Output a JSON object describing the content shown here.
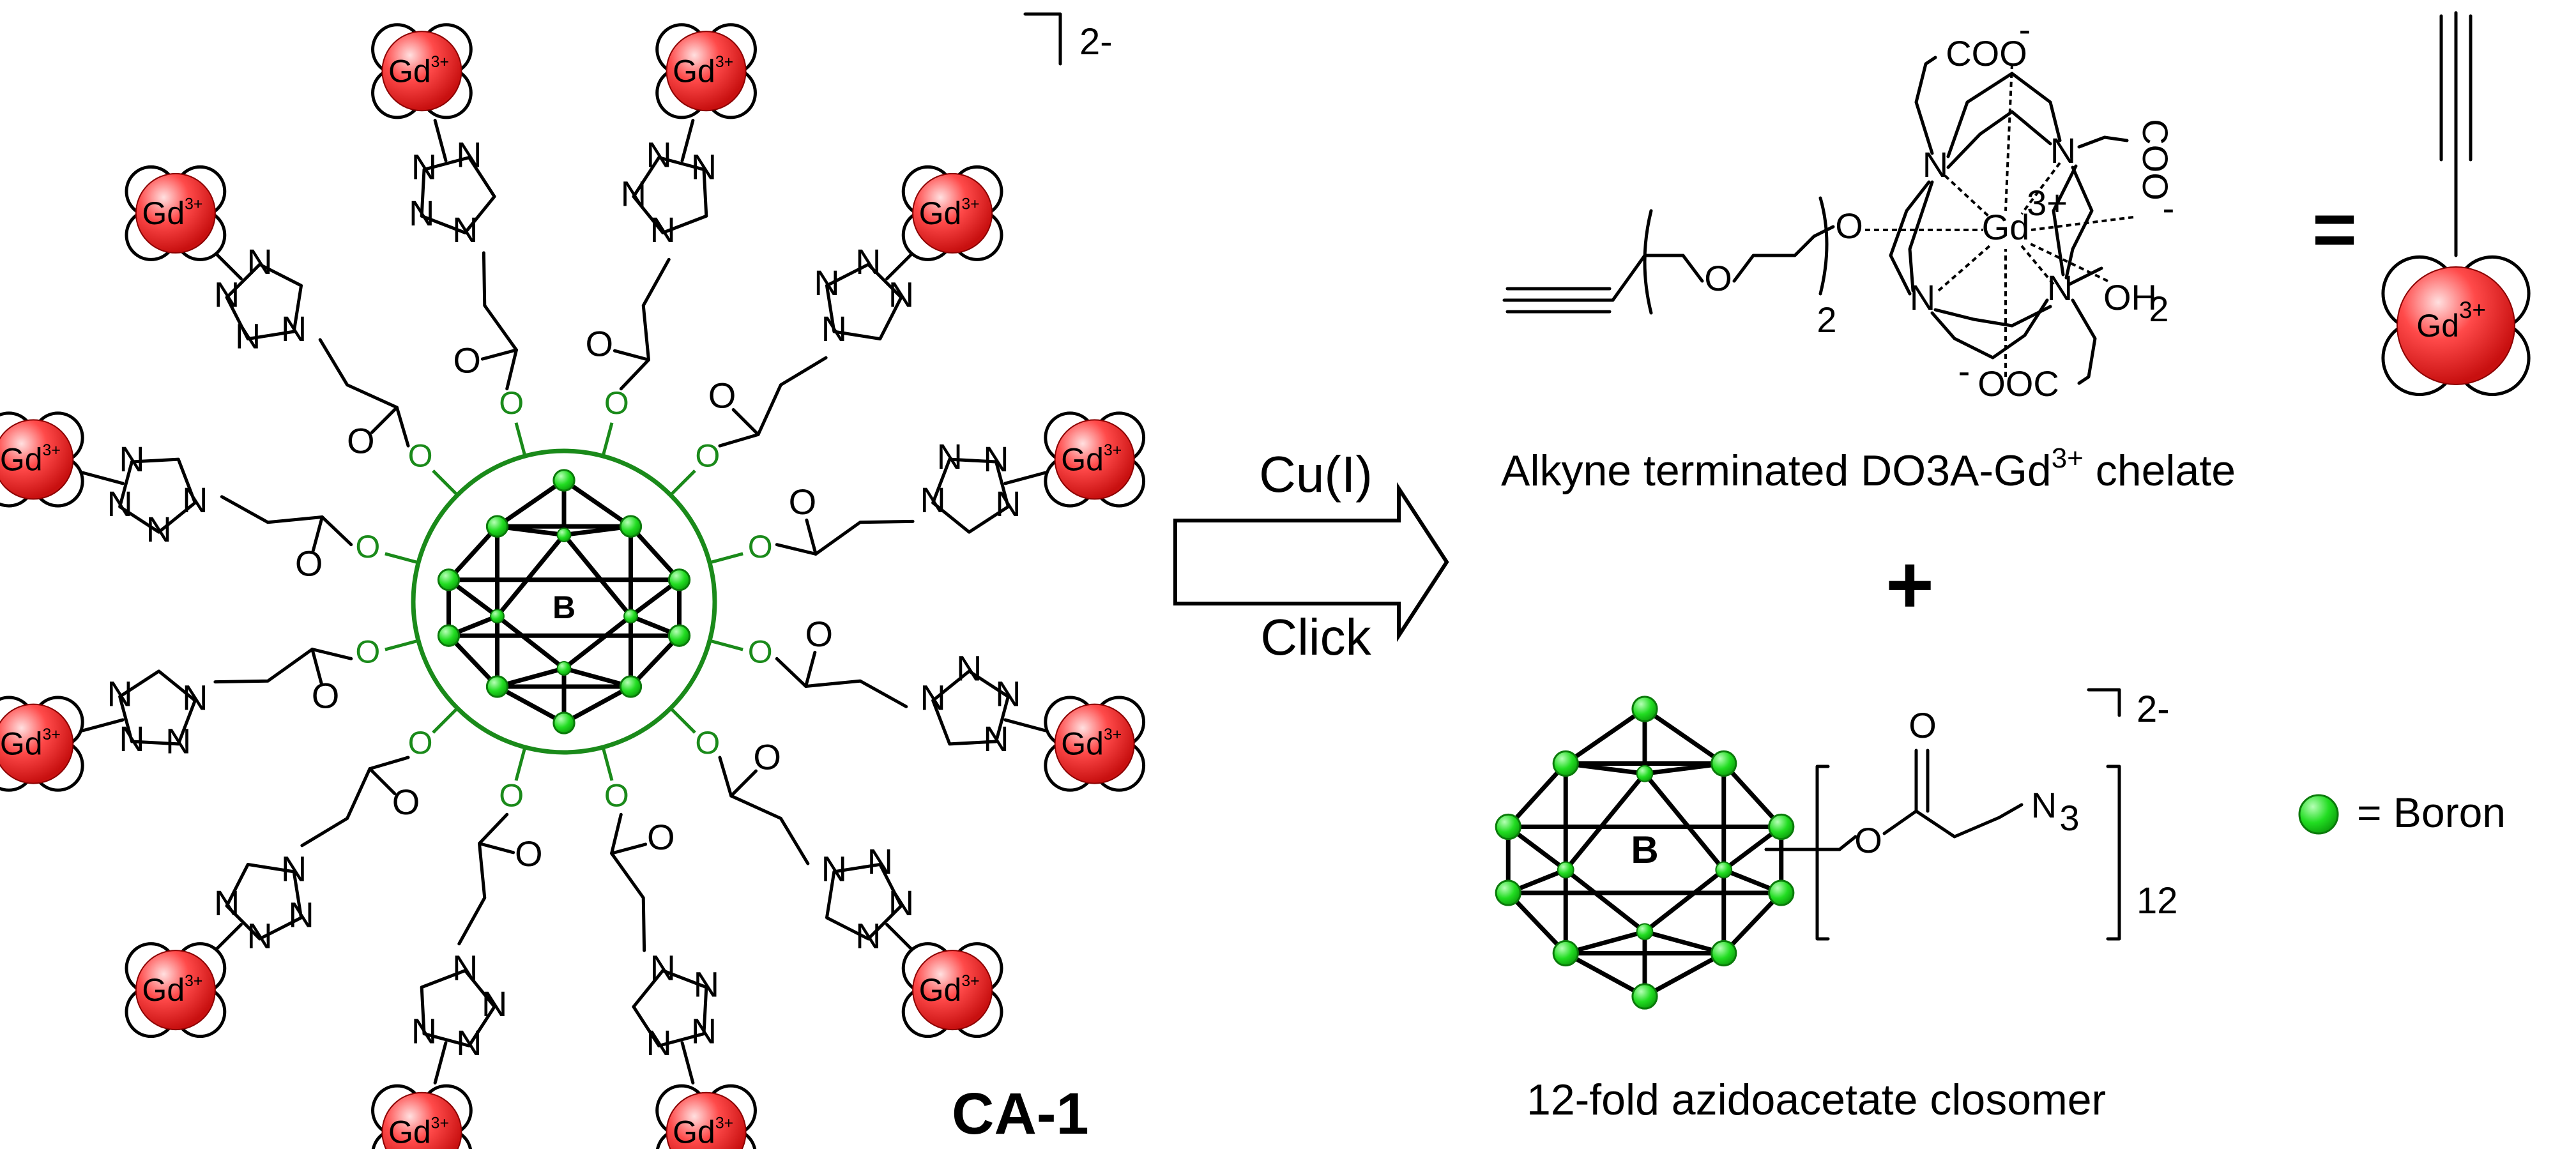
{
  "labels": {
    "charge_main": "2-",
    "compound": "CA-1",
    "cage_center": "B",
    "reagent": "Cu(I)",
    "condition": "Click",
    "chelate_caption": "Alkyne terminated DO3A-Gd",
    "chelate_caption_sup": "3+",
    "chelate_caption_tail": " chelate",
    "plus": "+",
    "equals": "=",
    "closomer_caption": "12-fold azidoacetate closomer",
    "closomer_charge": "2-",
    "closomer_count": "12",
    "legend": "= Boron"
  },
  "atoms": {
    "gd": "Gd",
    "gd_charge": "3+",
    "n": "N",
    "o": "O",
    "n3": "N",
    "n3_sub": "3",
    "coo": "COO",
    "coo_minus": "-",
    "ooc": "OOC",
    "oh2": "OH",
    "oh2_sub": "2",
    "peg_sub": "2"
  },
  "colors": {
    "boron": "#22dd22",
    "boron_stroke": "#0a7a0a",
    "ester_links": "#1a8a1a",
    "gd_sphere": "#e82020",
    "gd_highlight": "#ffd6d6"
  },
  "icons": {
    "gd_complex": "red-sphere-with-lobes",
    "boron": "green-circle",
    "reaction_arrow": "hollow-right-arrow"
  }
}
